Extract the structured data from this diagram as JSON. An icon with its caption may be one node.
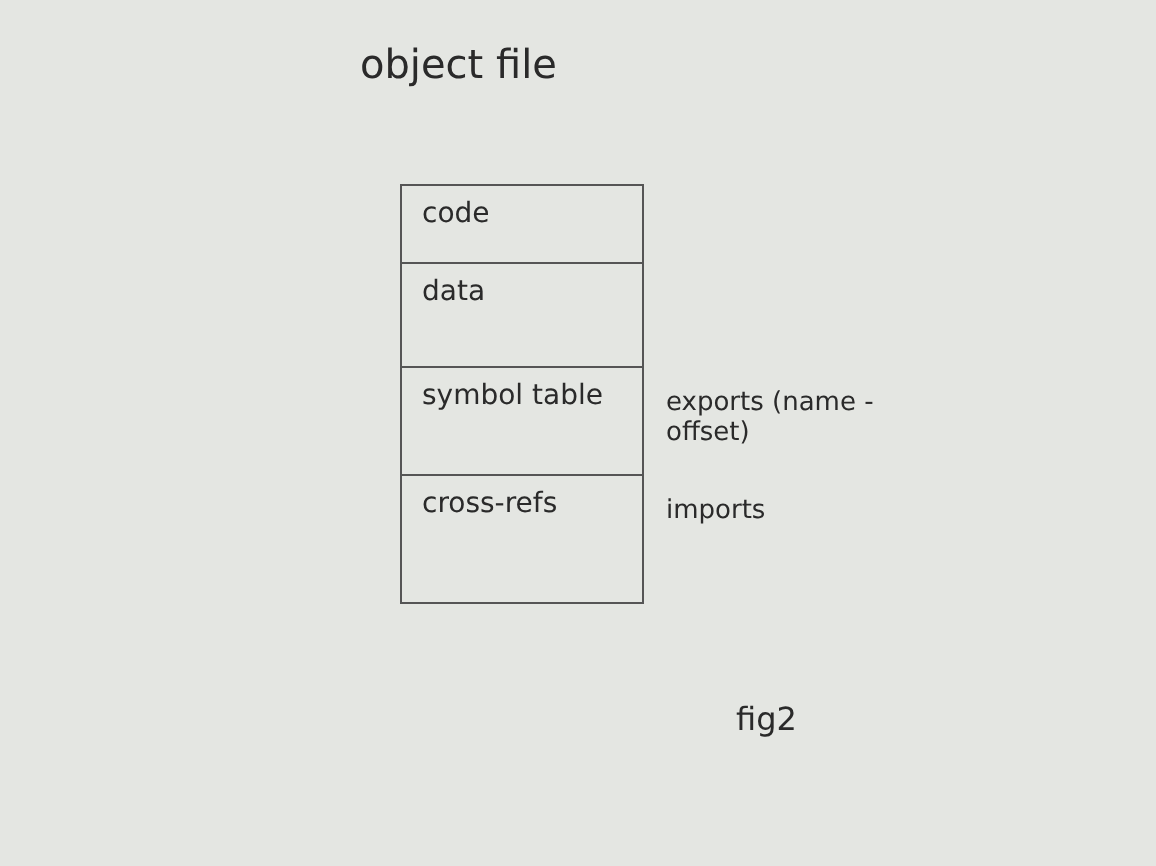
{
  "diagram": {
    "nodes": [
      {
        "text": [
          "object file"
        ]
      },
      {
        "text": [
          "code"
        ],
        "in": 0
      },
      {
        "text": [
          "data"
        ],
        "in": 0
      },
      {
        "text": [
          "symbol table"
        ],
        "in": 0,
        "beside": [
          "exports (name - offset)"
        ]
      },
      {
        "text": [
          "cross-refs"
        ],
        "in": 0,
        "beside": [
          "imports"
        ]
      }
    ],
    "edges": [],
    "labels": [
      "fig2"
    ]
  }
}
